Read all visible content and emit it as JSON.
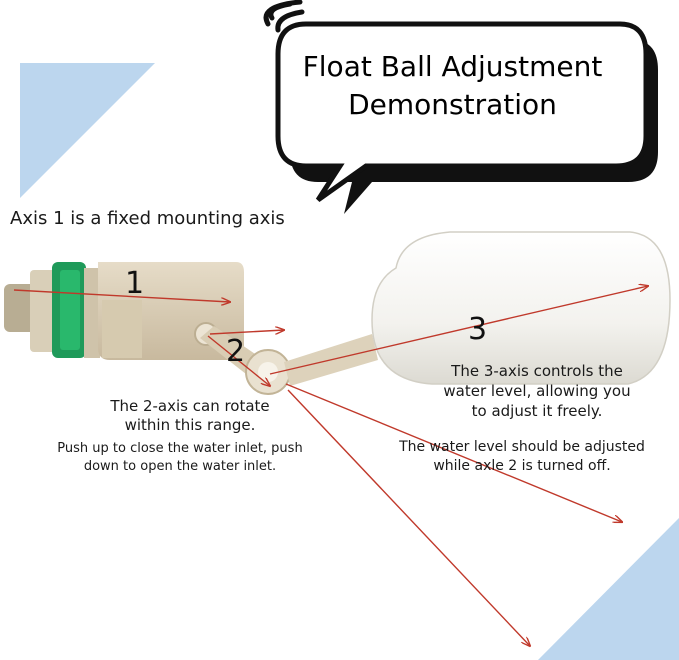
{
  "title": {
    "line1": "Float Ball Adjustment",
    "line2": "Demonstration"
  },
  "axis_labels": {
    "one": "1",
    "two": "2",
    "three": "3"
  },
  "captions": {
    "axis1": "Axis 1 is a fixed mounting axis",
    "axis2_line1": "The 2-axis can rotate",
    "axis2_line2": "within this range.",
    "axis2_push_line1": "Push up to close the water inlet, push",
    "axis2_push_line2": "down to open the water inlet.",
    "axis3_line1": "The 3-axis controls the",
    "axis3_line2": "water level, allowing you",
    "axis3_line3": "to adjust it freely.",
    "level_line1": "The water level should be adjusted",
    "level_line2": "while axle 2 is turned off."
  },
  "colors": {
    "arrow": "#c0392b",
    "accent_triangle": "#bcd6ee",
    "valve_body": "#d8ccb6",
    "float_ball": "#f6f5f1",
    "gasket": "#1f9a5a"
  }
}
